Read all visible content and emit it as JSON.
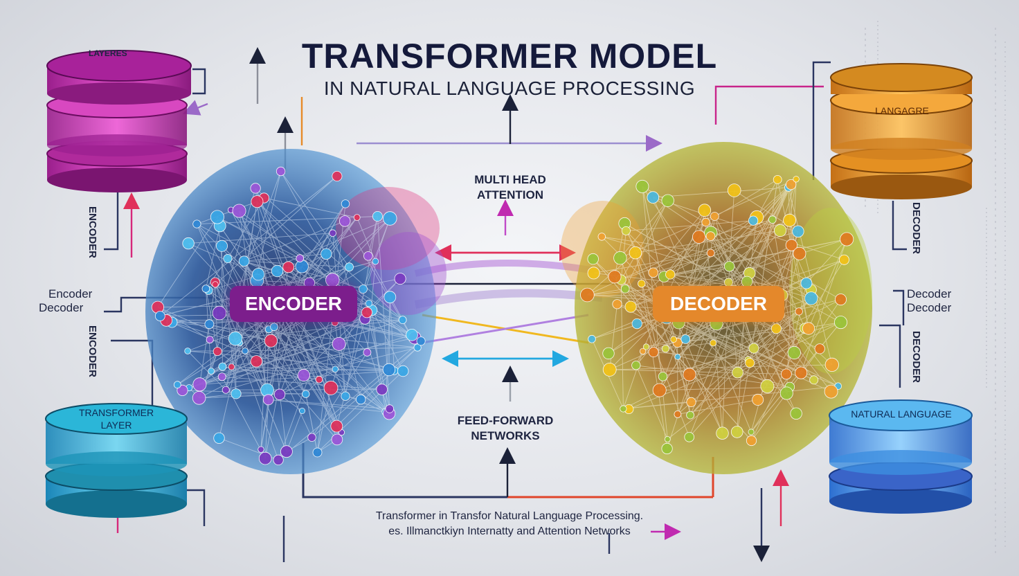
{
  "title": "TRANSFORMER  MODEL",
  "subtitle": "IN NATURAL LANGUAGE PROCESSING",
  "top_left_tag": "LAYERES",
  "center": {
    "attention_line1": "MULTI HEAD",
    "attention_line2": "ATTENTION",
    "ff_line1": "FEED-FORWARD",
    "ff_line2": "NETWORKS"
  },
  "encoder_label": "ENCODER",
  "decoder_label": "DECODER",
  "left_side": {
    "line1": "Encoder",
    "line2": "Decoder",
    "vertical_top": "ENCODER",
    "vertical_bottom": "ENCODER"
  },
  "right_side": {
    "line1": "Decoder",
    "line2": "Decoder",
    "vertical_top": "DECODER",
    "vertical_bottom": "DECODER"
  },
  "left_stack_bottom": {
    "line1": "TRANSFORMER",
    "line2": "LAYER"
  },
  "right_stack_top": "LANGAGRE",
  "right_stack_bottom": "NATURAL LANGUAGE",
  "caption_line1": "Transformer in Transfor Natural Language Processing.",
  "caption_line2": "es. Illmanctkiyn Internatty and Attention Networks",
  "colors": {
    "encoder": "#7c1e8c",
    "decoder": "#e4882b",
    "encoder_nodes": "#3aa7e6",
    "decoder_nodes": "#f2c218",
    "stack_magenta": "#c82ea8",
    "stack_cyan": "#2bb6d8",
    "stack_orange": "#f0a030",
    "stack_blue": "#3366cc"
  }
}
